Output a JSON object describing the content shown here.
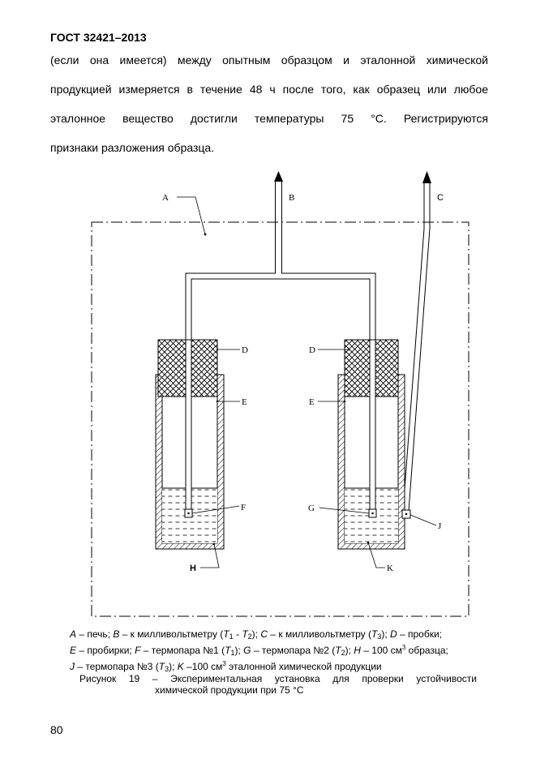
{
  "header": "ГОСТ 32421–2013",
  "paragraph": [
    "(если она имеется) между опытным образцом и эталонной химической",
    "продукцией измеряется в течение 48 ч после того, как образец или любое",
    "эталонное вещество достигли температуры 75 °С. Регистрируются",
    "признаки разложения образца."
  ],
  "figure_labels": {
    "A": "A",
    "B": "B",
    "C": "C",
    "D_left": "D",
    "D_right": "D",
    "E_left": "E",
    "E_right": "E",
    "F": "F",
    "G": "G",
    "H": "H",
    "J": "J",
    "K": "K"
  },
  "legend": {
    "A": "A",
    "A_text": " – печь; ",
    "B": "B",
    "B_text": " – к милливольтметру (",
    "T1": "T",
    "T1_sub": "1",
    "T12_sep": " - ",
    "T2": "T",
    "T2_sub": "2",
    "B_close": "); ",
    "C": "C",
    "C_text": " – к милливольтметру (",
    "T3": "T",
    "T3_sub": "3",
    "C_close": "); ",
    "D": "D",
    "D_text": " – пробки;",
    "E": "E",
    "E_text": " – пробирки; ",
    "F": "F",
    "F_text": " – термопара №1 (",
    "F_T": "T",
    "F_T_sub": "1",
    "F_close": "); ",
    "G": "G",
    "G_text": " – термопара №2 (",
    "G_T": "T",
    "G_T_sub": "2",
    "G_close": "); ",
    "H": "H",
    "H_text": " – 100 см",
    "H_sup": "3",
    "H_tail": " образца;",
    "J": "J",
    "J_text": " – термопара №3 (",
    "J_T": "T",
    "J_T_sub": "3",
    "J_close": "); ",
    "K": "K",
    "K_text": " –100 см",
    "K_sup": "3",
    "K_tail": " эталонной химической продукции"
  },
  "caption": {
    "line1": "Рисунок 19 – Экспериментальная установка для проверки устойчивости",
    "line2": "химической продукции при 75 °С"
  },
  "page_number": "80"
}
